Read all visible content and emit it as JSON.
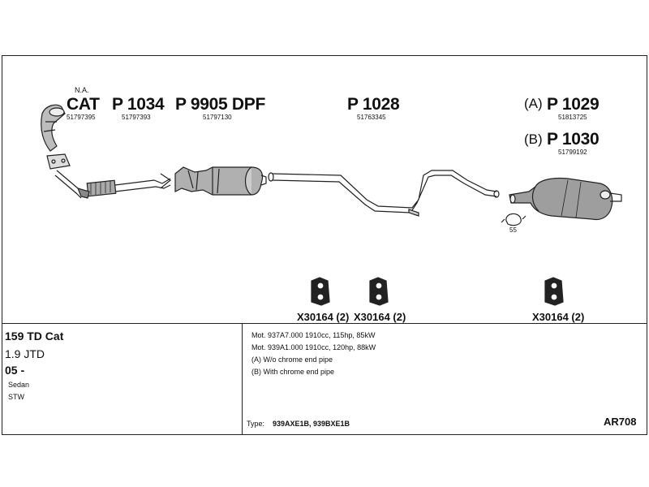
{
  "parts": {
    "na": "N.A.",
    "cat_label": "CAT",
    "cat_num": "51797395",
    "p1034": "P 1034",
    "p1034_num": "51797393",
    "p9905": "P 9905 DPF",
    "p9905_num": "51797130",
    "p1028": "P 1028",
    "p1028_num": "51763345",
    "p1029_variant": "(A)",
    "p1029": "P 1029",
    "p1029_num": "51813725",
    "p1030_variant": "(B)",
    "p1030": "P 1030",
    "p1030_num": "51799192",
    "clamp_num": "55",
    "hanger1": "X30164 (2)",
    "hanger2": "X30164 (2)",
    "hanger3": "X30164 (2)"
  },
  "vehicle": {
    "model": "159 TD Cat",
    "engine": "1.9 JTD",
    "year": "05 -",
    "body1": "Sedan",
    "body2": "STW"
  },
  "notes": {
    "line1": "Mot. 937A7.000 1910cc, 115hp, 85kW",
    "line2": "Mot. 939A1.000 1910cc, 120hp, 88kW",
    "line3": "(A) W/o chrome end pipe",
    "line4": "(B) With chrome end pipe",
    "type_label": "Type:",
    "type_value": "939AXE1B, 939BXE1B",
    "code": "AR708"
  }
}
